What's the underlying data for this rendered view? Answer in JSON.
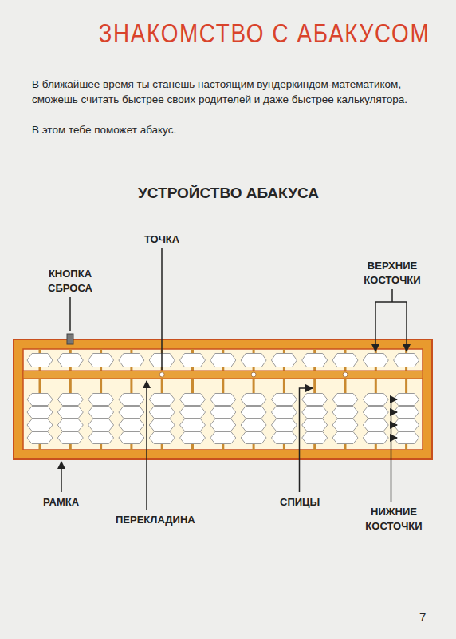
{
  "diagram": {
    "title": "ЗНАКОМСТВО С АБАКУСОМ",
    "labels": [
      "В ближайшее время ты станешь настоящим вундеркиндом-математиком, сможешь считать быстрее своих родителей и даже быстрее калькулятора.",
      "В этом тебе поможет абакус.",
      "УСТРОЙСТВО АБАКУСА",
      "ТОЧКА",
      "КНОПКА СБРОСА",
      "ВЕРХНИЕ КОСТОЧКИ",
      "РАМКА",
      "ПЕРЕКЛАДИНА",
      "СПИЦЫ",
      "НИЖНИЕ КОСТОЧКИ",
      "7"
    ]
  }
}
